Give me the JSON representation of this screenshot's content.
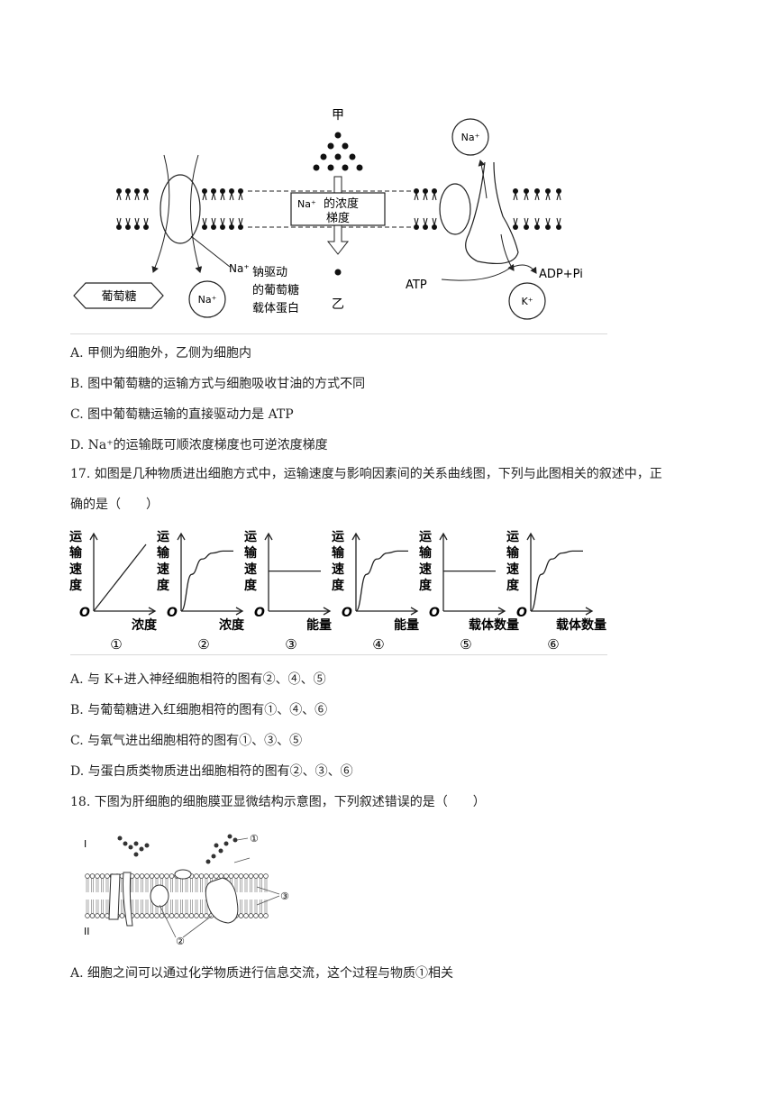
{
  "fig16": {
    "label_jia": "甲",
    "label_yi": "乙",
    "gradient_na": "Na⁺",
    "gradient_text1": "的浓度",
    "gradient_text2": "梯度",
    "glucose": "葡萄糖",
    "na_left": "Na⁺",
    "na_right_top": "Na⁺",
    "k_ion": "K⁺",
    "carrier_na": "Na⁺",
    "carrier_line1": "钠驱动",
    "carrier_line2": "的葡萄糖",
    "carrier_line3": "载体蛋白",
    "atp": "ATP",
    "adp": "ADP+Pi"
  },
  "q16_options": [
    "A. 甲侧为细胞外，乙侧为细胞内",
    "B. 图中葡萄糖的运输方式与细胞吸收甘油的方式不同",
    "C. 图中葡萄糖运输的直接驱动力是 ATP",
    "D. Na⁺的运输既可顺浓度梯度也可逆浓度梯度"
  ],
  "q17": {
    "stem_line1": "17. 如图是几种物质进出细胞方式中，运输速度与影响因素间的关系曲线图，下列与此图相关的叙述中，正",
    "stem_line2": "确的是（　　）",
    "options": [
      "A. 与 K+进入神经细胞相符的图有②、④、⑤",
      "B. 与葡萄糖进入红细胞相符的图有①、④、⑥",
      "C. 与氧气进出细胞相符的图有①、③、⑤",
      "D. 与蛋白质类物质进出细胞相符的图有②、③、⑥"
    ]
  },
  "chart_data": [
    {
      "type": "line",
      "title": "",
      "xlabel": "浓度",
      "ylabel": "运输速度",
      "origin": "O",
      "number": "①",
      "curve": "linear",
      "x": [
        0,
        10
      ],
      "y": [
        0,
        10
      ]
    },
    {
      "type": "line",
      "title": "",
      "xlabel": "浓度",
      "ylabel": "运输速度",
      "origin": "O",
      "number": "②",
      "curve": "saturating",
      "x": [
        0,
        2,
        4,
        6,
        8,
        10
      ],
      "y": [
        0,
        5.5,
        7.8,
        8.7,
        9,
        9
      ]
    },
    {
      "type": "line",
      "title": "",
      "xlabel": "能量",
      "ylabel": "运输速度",
      "origin": "O",
      "number": "③",
      "curve": "constant",
      "x": [
        0,
        10
      ],
      "y": [
        6,
        6
      ]
    },
    {
      "type": "line",
      "title": "",
      "xlabel": "能量",
      "ylabel": "运输速度",
      "origin": "O",
      "number": "④",
      "curve": "saturating",
      "x": [
        0,
        2,
        4,
        6,
        8,
        10
      ],
      "y": [
        0,
        5.5,
        7.8,
        8.7,
        9,
        9
      ]
    },
    {
      "type": "line",
      "title": "",
      "xlabel": "载体数量",
      "ylabel": "运输速度",
      "origin": "O",
      "number": "⑤",
      "curve": "constant",
      "x": [
        0,
        10
      ],
      "y": [
        6,
        6
      ]
    },
    {
      "type": "line",
      "title": "",
      "xlabel": "载体数量",
      "ylabel": "运输速度",
      "origin": "O",
      "number": "⑥",
      "curve": "saturating",
      "x": [
        0,
        2,
        4,
        6,
        8,
        10
      ],
      "y": [
        0,
        5.5,
        7.8,
        8.7,
        9,
        9
      ]
    }
  ],
  "q18": {
    "stem": "18. 下图为肝细胞的细胞膜亚显微结构示意图，下列叙述错误的是（　　）",
    "fig": {
      "side_top": "I",
      "side_bottom": "II",
      "label1": "①",
      "label2": "②",
      "label3": "③"
    },
    "options": [
      "A. 细胞之间可以通过化学物质进行信息交流，这个过程与物质①相关"
    ]
  }
}
